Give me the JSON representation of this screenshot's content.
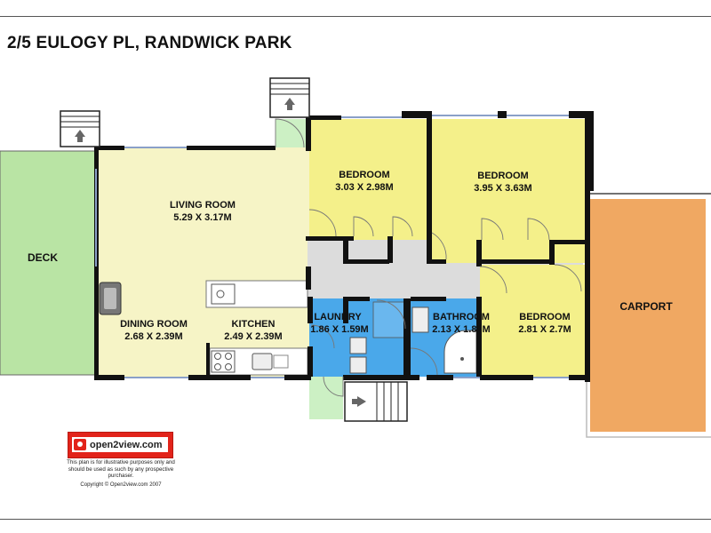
{
  "title": "2/5 EULOGY PL, RANDWICK PARK",
  "rooms": {
    "deck": {
      "name": "DECK"
    },
    "living": {
      "name": "LIVING ROOM",
      "size": "5.29 X 3.17M"
    },
    "dining": {
      "name": "DINING ROOM",
      "size": "2.68 X 2.39M"
    },
    "kitchen": {
      "name": "KITCHEN",
      "size": "2.49 X 2.39M"
    },
    "laundry": {
      "name": "LAUNDRY",
      "size": "1.86 X 1.59M"
    },
    "bathroom": {
      "name": "BATHROOM",
      "size": "2.13 X 1.86M"
    },
    "bedroom1": {
      "name": "BEDROOM",
      "size": "3.03 X 2.98M"
    },
    "bedroom2": {
      "name": "BEDROOM",
      "size": "3.95 X 3.63M"
    },
    "bedroom3": {
      "name": "BEDROOM",
      "size": "2.81 X 2.7M"
    },
    "carport": {
      "name": "CARPORT"
    }
  },
  "logo": {
    "text": "open2view.com",
    "disclaimer": "This plan is for illustrative purposes only and should be used as such by any prospective purchaser.",
    "copyright": "Copyright © Open2view.com 2007"
  },
  "colors": {
    "deck": "#b9e4a4",
    "living": "#f6f4c6",
    "bedroom": "#f4f08a",
    "wet": "#4aa8ea",
    "carport": "#f0a862",
    "hall": "#dcdcdc",
    "landing": "#ccf0c4",
    "wall": "#111111",
    "logo_red": "#e2231a"
  }
}
